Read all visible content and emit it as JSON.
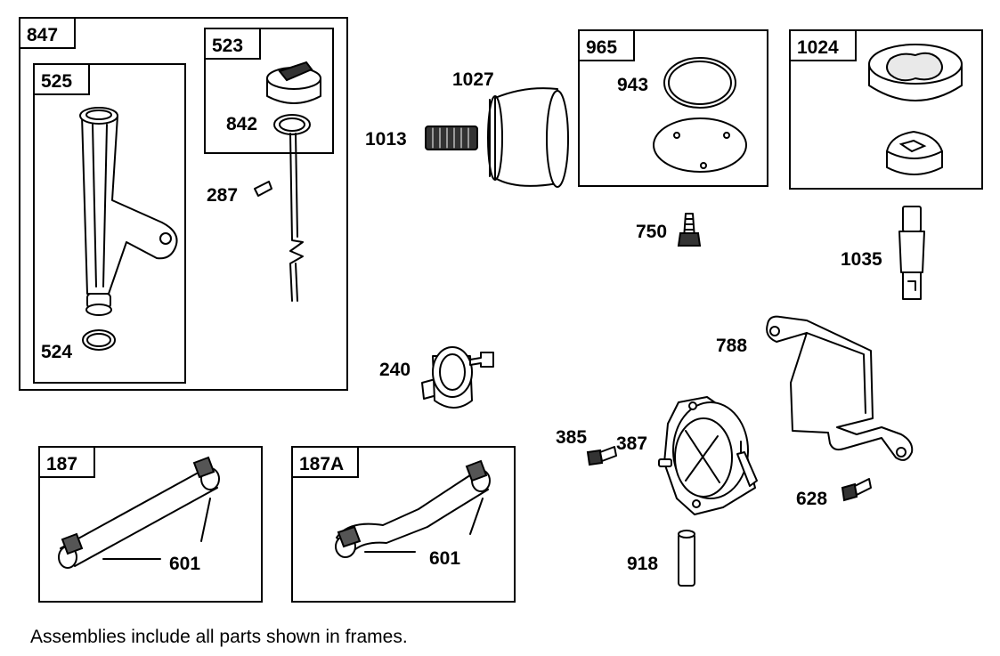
{
  "frames": {
    "f847": "847",
    "f525": "525",
    "f523": "523",
    "f965": "965",
    "f1024": "1024",
    "f187": "187",
    "f187A": "187A"
  },
  "parts": {
    "p524": "524",
    "p842": "842",
    "p287": "287",
    "p1027": "1027",
    "p1013": "1013",
    "p943": "943",
    "p750": "750",
    "p1035": "1035",
    "p788": "788",
    "p240": "240",
    "p385": "385",
    "p387": "387",
    "p628": "628",
    "p918": "918",
    "p601a": "601",
    "p601b": "601"
  },
  "footnote": "Assemblies include all parts shown in frames."
}
